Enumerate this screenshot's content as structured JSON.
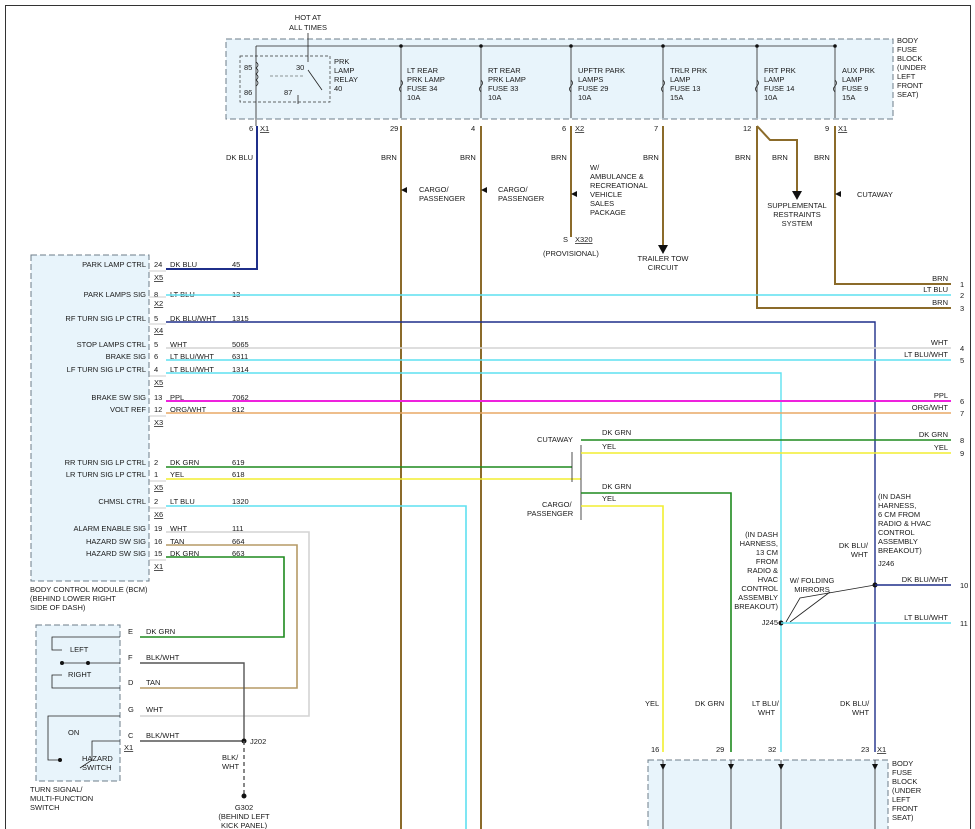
{
  "title_top": {
    "hot_at_all_times": [
      "HOT AT",
      "ALL TIMES"
    ]
  },
  "fuse_block_top": {
    "label": [
      "BODY",
      "FUSE",
      "BLOCK",
      "(UNDER",
      "LEFT",
      "FRONT",
      "SEAT)"
    ],
    "relay": {
      "label": [
        "PRK",
        "LAMP",
        "RELAY",
        "40"
      ],
      "pins": [
        "85",
        "86",
        "30",
        "87"
      ]
    },
    "fuses": [
      {
        "label": [
          "LT REAR",
          "PRK LAMP",
          "FUSE 34",
          "10A"
        ],
        "pin": "29",
        "wire": "BRN",
        "note": [
          "CARGO/",
          "PASSENGER"
        ]
      },
      {
        "label": [
          "RT REAR",
          "PRK LAMP",
          "FUSE 33",
          "10A"
        ],
        "pin": "4",
        "wire": "BRN",
        "note": [
          "CARGO/",
          "PASSENGER"
        ]
      },
      {
        "label": [
          "UPFTR PARK",
          "LAMPS",
          "FUSE 29",
          "10A"
        ],
        "pin": "6",
        "connector": "X2",
        "wire": "BRN"
      },
      {
        "label": [
          "TRLR PRK",
          "LAMP",
          "FUSE 13",
          "15A"
        ],
        "pin": "7",
        "wire": "BRN"
      },
      {
        "label": [
          "FRT PRK",
          "LAMP",
          "FUSE 14",
          "10A"
        ],
        "pin": "12",
        "wire": "BRN"
      },
      {
        "label": [
          "AUX PRK",
          "LAMP",
          "FUSE 9",
          "15A"
        ],
        "pin": "9",
        "connector": "X1",
        "wire": "BRN",
        "note": [
          "CUTAWAY"
        ]
      }
    ],
    "relay_pin": "6",
    "relay_connector": "X1",
    "relay_wire": "DK BLU"
  },
  "upfitter": {
    "note": [
      "W/",
      "AMBULANCE &",
      "RECREATIONAL",
      "VEHICLE",
      "SALES",
      "PACKAGE"
    ],
    "splice": "S",
    "splice_id": "X320",
    "provisional": "(PROVISIONAL)"
  },
  "trailer": [
    "TRAILER TOW",
    "CIRCUIT"
  ],
  "restraints": [
    "SUPPLEMENTAL",
    "RESTRAINTS",
    "SYSTEM"
  ],
  "bcm": {
    "label": [
      "BODY CONTROL MODULE (BCM)",
      "(BEHIND LOWER RIGHT",
      "SIDE OF DASH)"
    ],
    "rows": [
      {
        "name": "PARK LAMP CTRL",
        "pin": "24",
        "wire": "DK BLU",
        "circuit": "45",
        "connector": "X5"
      },
      {
        "name": "PARK LAMPS SIG",
        "pin": "8",
        "wire": "LT BLU",
        "circuit": "13",
        "connector": "X2"
      },
      {
        "name": "RF TURN SIG LP CTRL",
        "pin": "5",
        "wire": "DK BLU/WHT",
        "circuit": "1315",
        "connector": "X4"
      },
      {
        "name": "STOP LAMPS CTRL",
        "pin": "5",
        "wire": "WHT",
        "circuit": "5065",
        "connector": ""
      },
      {
        "name": "BRAKE SIG",
        "pin": "6",
        "wire": "LT BLU/WHT",
        "circuit": "6311",
        "connector": ""
      },
      {
        "name": "LF TURN SIG LP CTRL",
        "pin": "4",
        "wire": "LT BLU/WHT",
        "circuit": "1314",
        "connector": "X5"
      },
      {
        "name": "BRAKE SW SIG",
        "pin": "13",
        "wire": "PPL",
        "circuit": "7062",
        "connector": ""
      },
      {
        "name": "VOLT REF",
        "pin": "12",
        "wire": "ORG/WHT",
        "circuit": "812",
        "connector": "X3"
      },
      {
        "name": "RR TURN SIG LP CTRL",
        "pin": "2",
        "wire": "DK GRN",
        "circuit": "619",
        "connector": ""
      },
      {
        "name": "LR TURN SIG LP CTRL",
        "pin": "1",
        "wire": "YEL",
        "circuit": "618",
        "connector": "X5"
      },
      {
        "name": "CHMSL CTRL",
        "pin": "2",
        "wire": "LT BLU",
        "circuit": "1320",
        "connector": "X6"
      },
      {
        "name": "ALARM ENABLE SIG",
        "pin": "19",
        "wire": "WHT",
        "circuit": "111",
        "connector": ""
      },
      {
        "name": "HAZARD SW SIG",
        "pin": "16",
        "wire": "TAN",
        "circuit": "664",
        "connector": ""
      },
      {
        "name": "HAZARD SW SIG",
        "pin": "15",
        "wire": "DK GRN",
        "circuit": "663",
        "connector": "X1"
      }
    ]
  },
  "right_outputs": [
    {
      "num": "1",
      "wire": "BRN"
    },
    {
      "num": "2",
      "wire": "LT BLU"
    },
    {
      "num": "3",
      "wire": "BRN"
    },
    {
      "num": "4",
      "wire": "WHT"
    },
    {
      "num": "5",
      "wire": "LT BLU/WHT"
    },
    {
      "num": "6",
      "wire": "PPL"
    },
    {
      "num": "7",
      "wire": "ORG/WHT"
    },
    {
      "num": "8",
      "wire": "DK GRN"
    },
    {
      "num": "9",
      "wire": "YEL"
    },
    {
      "num": "10",
      "wire": "DK BLU/WHT"
    },
    {
      "num": "11",
      "wire": "LT BLU/WHT"
    }
  ],
  "cutaway": {
    "label": "CUTAWAY",
    "wires": [
      "DK GRN",
      "YEL"
    ]
  },
  "cargo": {
    "label": [
      "CARGO/",
      "PASSENGER"
    ],
    "wires": [
      "DK GRN",
      "YEL"
    ]
  },
  "j246": {
    "text": [
      "(IN DASH",
      "HARNESS,",
      "6 CM FROM",
      "RADIO & HVAC",
      "CONTROL",
      "ASSEMBLY",
      "BREAKOUT)"
    ],
    "id": "J246",
    "wire": [
      "DK BLU/",
      "WHT"
    ]
  },
  "j245": {
    "text": [
      "(IN DASH",
      "HARNESS,",
      "13 CM",
      "FROM",
      "RADIO &",
      "HVAC",
      "CONTROL",
      "ASSEMBLY",
      "BREAKOUT)"
    ],
    "id": "J245"
  },
  "folding": [
    "W/ FOLDING",
    "MIRRORS"
  ],
  "fuse_block_bottom": {
    "label": [
      "BODY",
      "FUSE",
      "BLOCK",
      "(UNDER",
      "LEFT",
      "FRONT",
      "SEAT)"
    ],
    "pins": [
      "16",
      "29",
      "32",
      "23"
    ],
    "connector": "X1",
    "wires": [
      "YEL",
      "DK GRN",
      [
        "LT BLU/",
        "WHT"
      ],
      [
        "DK BLU/",
        "WHT"
      ]
    ]
  },
  "switch": {
    "label": [
      "TURN SIGNAL/",
      "MULTI-FUNCTION",
      "SWITCH"
    ],
    "left": "LEFT",
    "right": "RIGHT",
    "on": "ON",
    "hazard": [
      "HAZARD",
      "SWITCH"
    ],
    "pins": [
      {
        "pin": "E",
        "wire": "DK GRN"
      },
      {
        "pin": "F",
        "wire": "BLK/WHT"
      },
      {
        "pin": "D",
        "wire": "TAN"
      },
      {
        "pin": "G",
        "wire": "WHT"
      },
      {
        "pin": "C",
        "wire": "BLK/WHT"
      }
    ],
    "connector": "X1"
  },
  "j202": "J202",
  "ground": {
    "wire": [
      "BLK/",
      "WHT"
    ],
    "id": "G302",
    "loc": [
      "(BEHIND LEFT",
      "KICK PANEL)"
    ]
  },
  "colors": {
    "dk_blu": "#1f2f8a",
    "lt_blu": "#5fe0f0",
    "brn": "#8b6b2a",
    "wht": "#d4d4d4",
    "ppl": "#ee22dd",
    "org_wht": "#e8a866",
    "dk_grn": "#1e8a1e",
    "yel": "#f2ee30",
    "tan": "#b59a66",
    "blk_wht": "#555555",
    "box_fill": "#e8f4fb"
  }
}
